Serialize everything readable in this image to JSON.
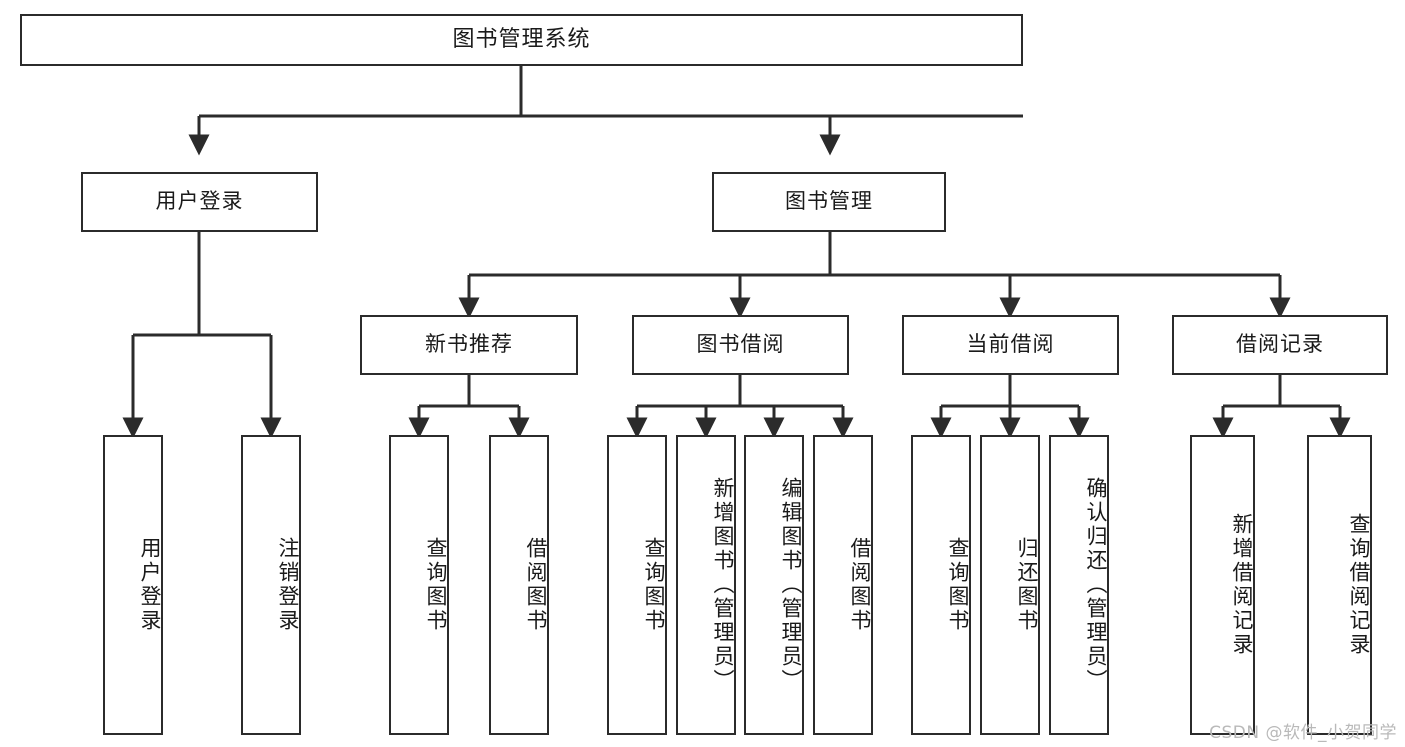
{
  "diagram": {
    "title": "图书管理系统",
    "type": "tree-hierarchy",
    "watermark": "CSDN @软件_小贺同学",
    "colors": {
      "background": "#ffffff",
      "node_border": "#2b2b2b",
      "node_fill": "#ffffff",
      "edge": "#2b2b2b",
      "text": "#1a1a1a",
      "watermark": "#b9b9b9"
    },
    "root": {
      "label": "图书管理系统"
    },
    "level2": [
      {
        "label": "用户登录"
      },
      {
        "label": "图书管理"
      }
    ],
    "level3": [
      {
        "label": "新书推荐"
      },
      {
        "label": "图书借阅"
      },
      {
        "label": "当前借阅"
      },
      {
        "label": "借阅记录"
      }
    ],
    "leaves": {
      "user_login": [
        {
          "label": "用户登录"
        },
        {
          "label": "注销登录"
        }
      ],
      "new_book_recommend": [
        {
          "label": "查询图书"
        },
        {
          "label": "借阅图书"
        }
      ],
      "book_borrow": [
        {
          "label": "查询图书"
        },
        {
          "label": "新增图书（管理员）"
        },
        {
          "label": "编辑图书（管理员）"
        },
        {
          "label": "借阅图书"
        }
      ],
      "current_borrow": [
        {
          "label": "查询图书"
        },
        {
          "label": "归还图书"
        },
        {
          "label": "确认归还（管理员）"
        }
      ],
      "borrow_record": [
        {
          "label": "新增借阅记录"
        },
        {
          "label": "查询借阅记录"
        }
      ]
    }
  }
}
